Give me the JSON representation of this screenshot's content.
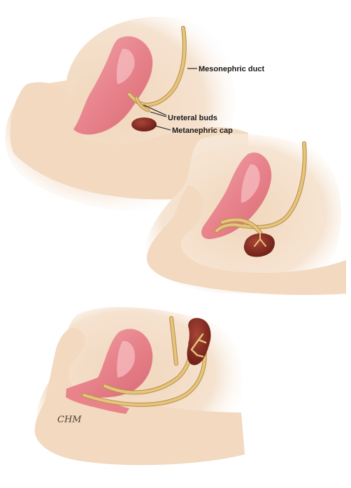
{
  "labels": {
    "mesonephric_duct": "Mesonephric duct",
    "ureteral_buds": "Ureteral buds",
    "metanephric_cap": "Metanephric cap"
  },
  "signature": "CHM",
  "colors": {
    "tissue": "#f2d9c0",
    "tissue_light": "#faeee2",
    "bladder": "#e8838c",
    "bladder_highlight": "#f4b4b8",
    "duct": "#e6c47e",
    "duct_outline": "#b58f45",
    "kidney": "#8e2f22",
    "kidney_dark": "#6a1e16",
    "leader": "#1a1a1a"
  }
}
